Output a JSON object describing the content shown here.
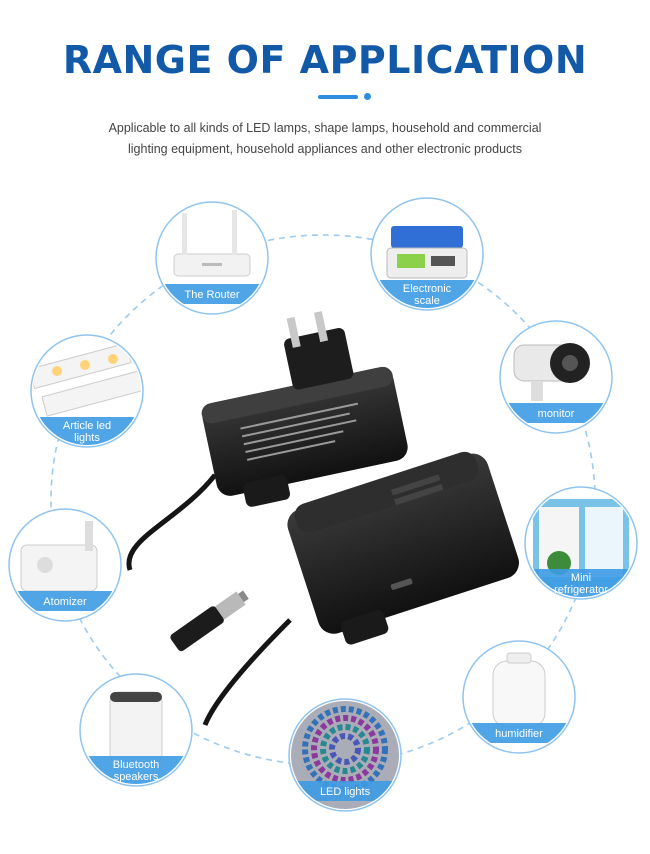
{
  "header": {
    "title": "RANGE OF APPLICATION",
    "subtitle_line1": "Applicable to all kinds of LED lamps, shape lamps, household and commercial",
    "subtitle_line2": "lighting equipment, household appliances and other electronic products"
  },
  "applications": [
    {
      "label_lines": [
        "The Router"
      ],
      "icon": "router-icon"
    },
    {
      "label_lines": [
        "Electronic",
        "scale"
      ],
      "icon": "scale-icon"
    },
    {
      "label_lines": [
        "monitor"
      ],
      "icon": "camera-icon"
    },
    {
      "label_lines": [
        "Mini",
        "refrigerator"
      ],
      "icon": "refrigerator-icon"
    },
    {
      "label_lines": [
        "humidifier"
      ],
      "icon": "humidifier-icon"
    },
    {
      "label_lines": [
        "LED lights"
      ],
      "icon": "led-strip-icon"
    },
    {
      "label_lines": [
        "Bluetooth",
        "speakers"
      ],
      "icon": "speaker-icon"
    },
    {
      "label_lines": [
        "Atomizer"
      ],
      "icon": "atomizer-icon"
    },
    {
      "label_lines": [
        "Article led",
        "lights"
      ],
      "icon": "led-board-icon"
    }
  ],
  "colors": {
    "brand_blue": "#1259a8",
    "accent_blue": "#2d8de0",
    "ring_blue": "#8fc4ef",
    "label_band": "#3d9be3"
  },
  "product": {
    "icon": "power-adapter-icon"
  }
}
